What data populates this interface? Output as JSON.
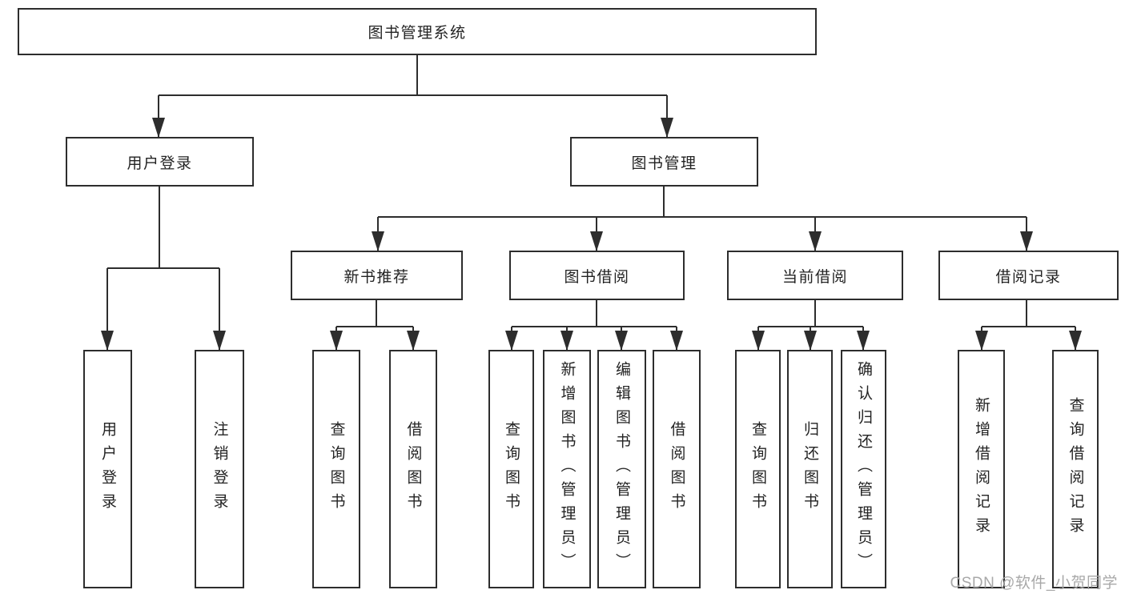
{
  "root": {
    "label": "图书管理系统"
  },
  "branches": [
    {
      "label": "用户登录",
      "children": [
        {
          "label": "用户登录"
        },
        {
          "label": "注销登录"
        }
      ]
    },
    {
      "label": "图书管理",
      "children": [
        {
          "label": "新书推荐",
          "children": [
            {
              "label": "查询图书"
            },
            {
              "label": "借阅图书"
            }
          ]
        },
        {
          "label": "图书借阅",
          "children": [
            {
              "label": "查询图书"
            },
            {
              "label": "新增图书（管理员）"
            },
            {
              "label": "编辑图书（管理员）"
            },
            {
              "label": "借阅图书"
            }
          ]
        },
        {
          "label": "当前借阅",
          "children": [
            {
              "label": "查询图书"
            },
            {
              "label": "归还图书"
            },
            {
              "label": "确认归还（管理员）"
            }
          ]
        },
        {
          "label": "借阅记录",
          "children": [
            {
              "label": "新增借阅记录"
            },
            {
              "label": "查询借阅记录"
            }
          ]
        }
      ]
    }
  ],
  "watermark": "CSDN @软件_小贺同学",
  "colors": {
    "line": "#2d2d2d",
    "box_border": "#2d2d2d",
    "text": "#232323",
    "watermark": "#a8a8a8",
    "background": "#ffffff"
  }
}
